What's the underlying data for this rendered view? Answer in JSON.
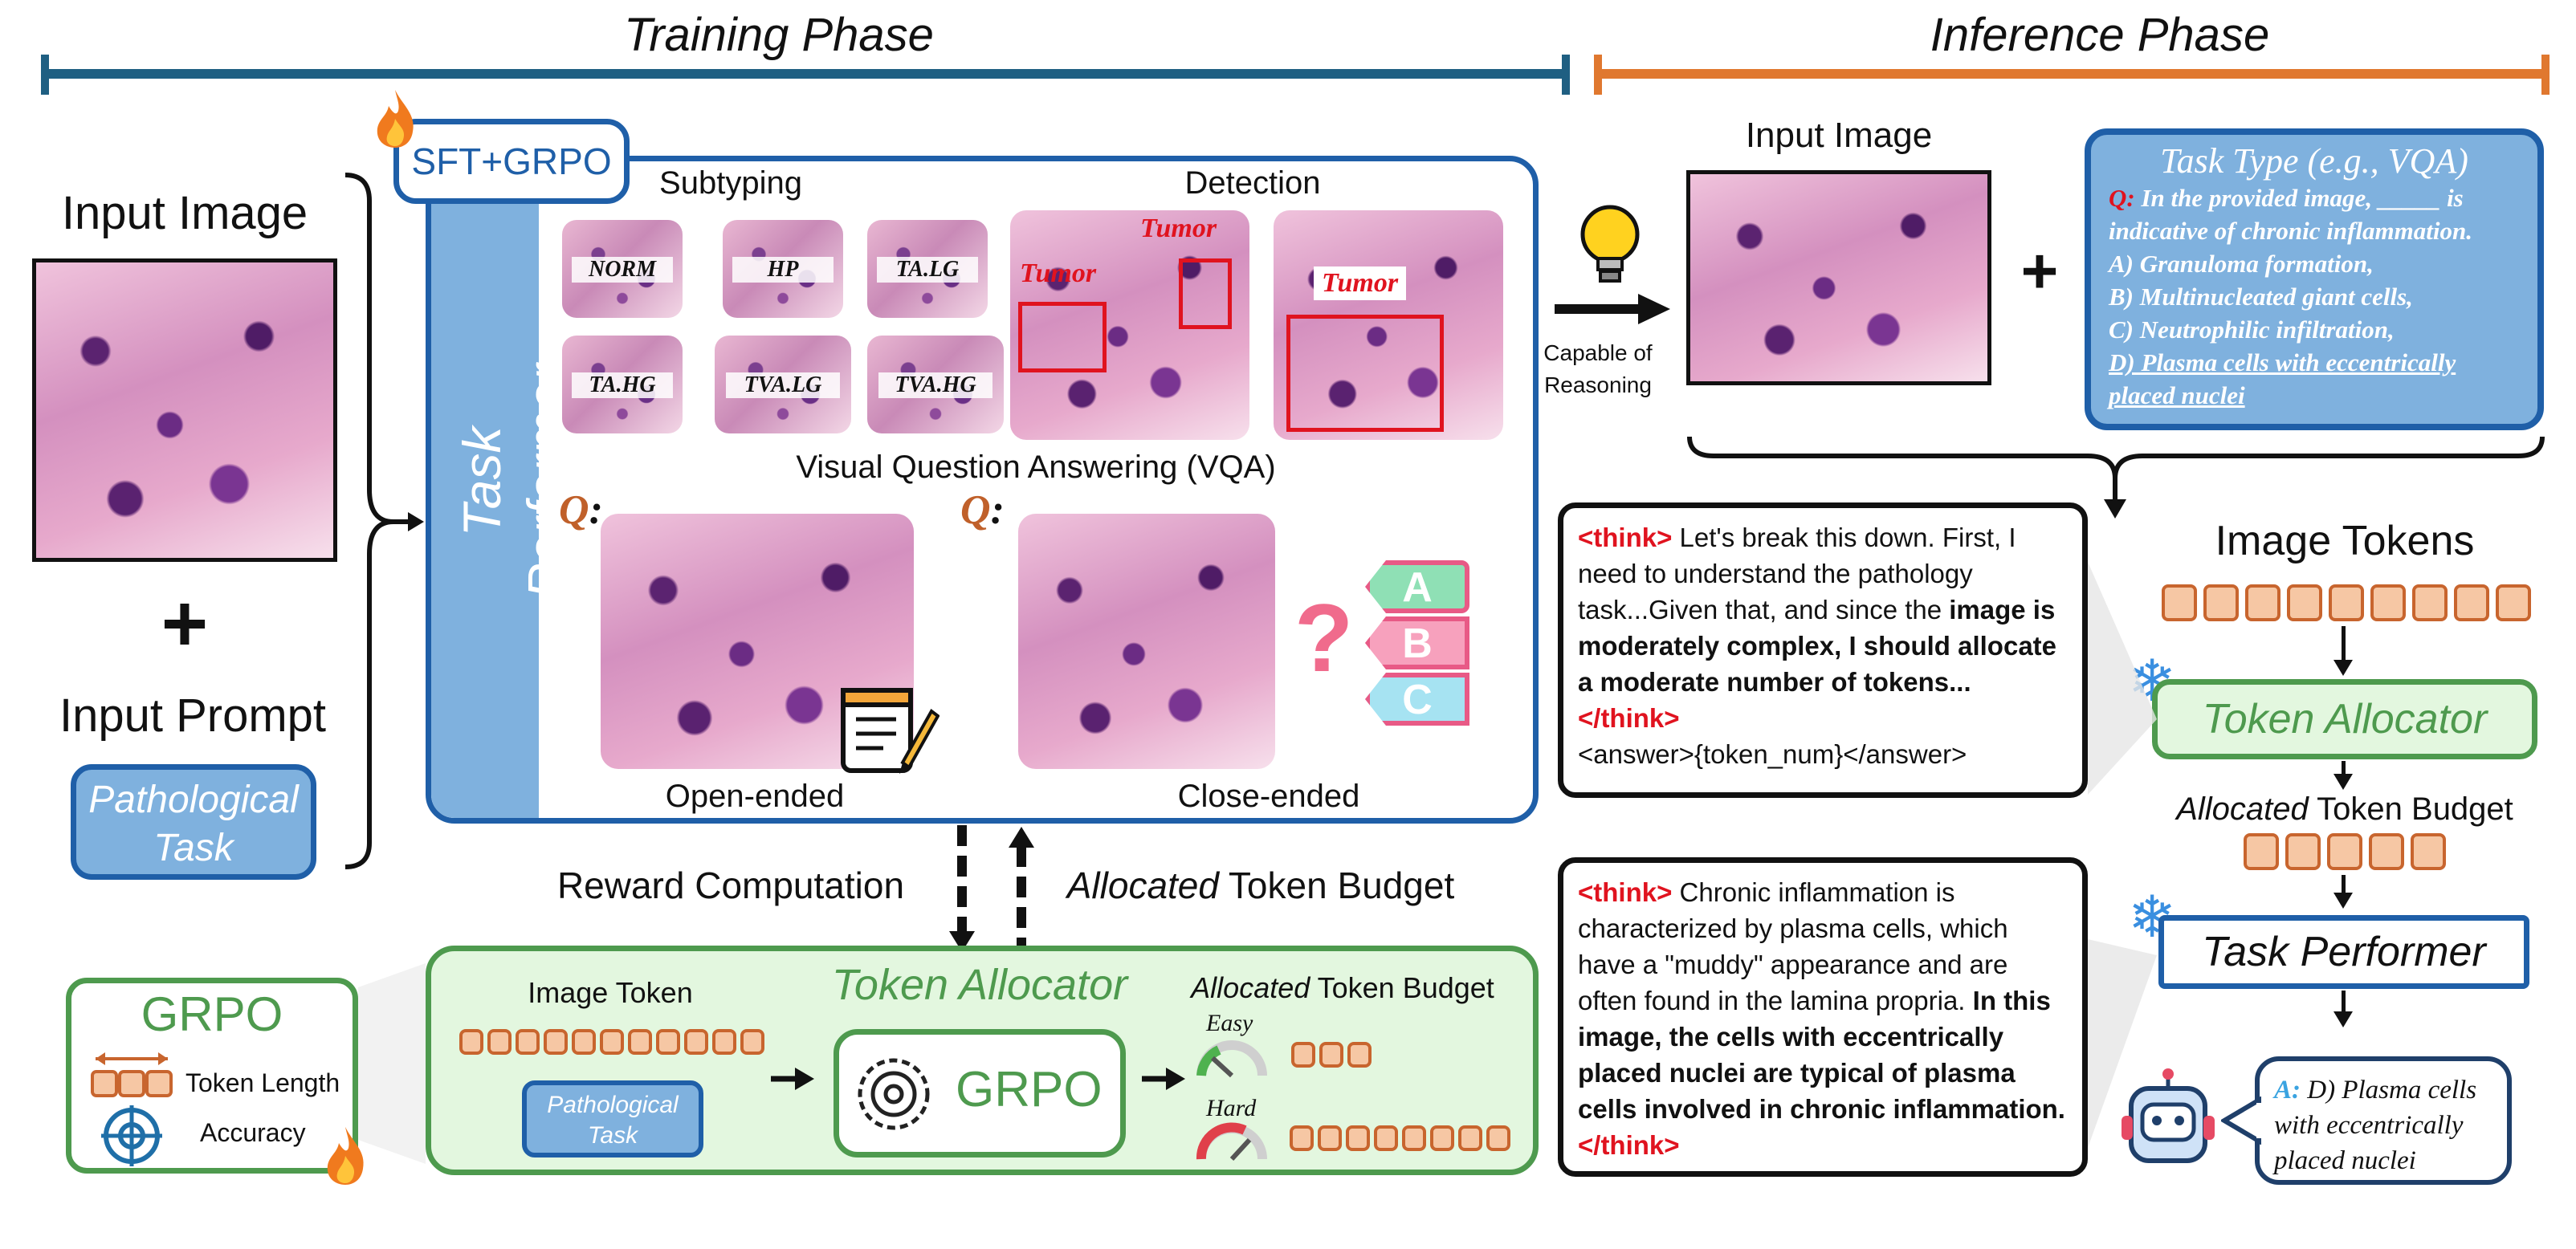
{
  "phases": {
    "training": "Training Phase",
    "inference": "Inference Phase"
  },
  "colors": {
    "training_bar": "#1f5f82",
    "inference_bar": "#e0782f",
    "blue_box": "#1f5fa8",
    "blue_fill": "#7fb1de",
    "green_border": "#4e9a4e",
    "green_fill": "#e3f7df",
    "token_fill": "#f6c7a4",
    "token_border": "#c8652e",
    "red": "#e0131f"
  },
  "training": {
    "input_image_label": "Input Image",
    "plus": "+",
    "input_prompt_label": "Input Prompt",
    "prompt_line1": "Pathological",
    "prompt_line2": "Task",
    "sft_badge": "SFT+GRPO",
    "task_performer_label": "Task Performer",
    "subtyping_label": "Subtyping",
    "detection_label": "Detection",
    "subtype_tiles": [
      "NORM",
      "HP",
      "TA.LG",
      "TA.HG",
      "TVA.LG",
      "TVA.HG"
    ],
    "tumor_labels": [
      "Tumor",
      "Tumor",
      "Tumor"
    ],
    "vqa_label": "Visual Question Answering (VQA)",
    "q_mark": "Q",
    "q_colon": ":",
    "open_ended_label": "Open-ended",
    "close_ended_label": "Close-ended",
    "choices": [
      "A",
      "B",
      "C"
    ],
    "question_icon": "?",
    "reward_label": "Reward Computation",
    "budget_label_italic": "Allocated",
    "budget_label_rest": " Token Budget",
    "grpo_legend": {
      "title": "GRPO",
      "token_length": "Token Length",
      "accuracy": "Accuracy"
    },
    "allocator": {
      "title": "Token Allocator",
      "image_token_label": "Image Token",
      "task_line1": "Pathological",
      "task_line2": "Task",
      "grpo_label": "GRPO",
      "budget_italic": "Allocated",
      "budget_rest": " Token Budget",
      "easy": "Easy",
      "hard": "Hard"
    }
  },
  "inference": {
    "input_image_label": "Input Image",
    "plus": "+",
    "capable_line1": "Capable of",
    "capable_line2": "Reasoning",
    "task_type_title": "Task Type (e.g., VQA)",
    "task_q_prefix": "Q:",
    "task_q_text": " In the provided image, _____ is indicative of chronic inflammation.",
    "options": [
      "A) Granuloma formation,",
      "B) Multinucleated giant cells,",
      "C) Neutrophilic infiltration,",
      "D) Plasma cells with eccentrically placed nuclei"
    ],
    "image_tokens_label": "Image Tokens",
    "token_allocator_label": "Token Allocator",
    "allocated_italic": "Allocated",
    "allocated_rest": " Token Budget",
    "task_performer_label": "Task Performer",
    "think1": {
      "open": "<think>",
      "text1": " Let's break this down. First, I need to understand the pathology task...Given that, and since the ",
      "bold": "image is moderately complex, I should allocate a moderate number of tokens",
      "text2": "...",
      "close": "</think>",
      "answer": "<answer>{token_num}</answer>"
    },
    "think2": {
      "open": "<think>",
      "text1": " Chronic inflammation is characterized by plasma cells, which have a \"muddy\" appearance and are often found in the lamina propria. ",
      "bold": "In this image, the cells with eccentrically placed nuclei are typical of plasma cells involved in chronic inflammation.",
      "close": "</think>"
    },
    "answer_prefix": "A:",
    "answer_text": " D) Plasma cells with eccentrically placed nuclei"
  }
}
